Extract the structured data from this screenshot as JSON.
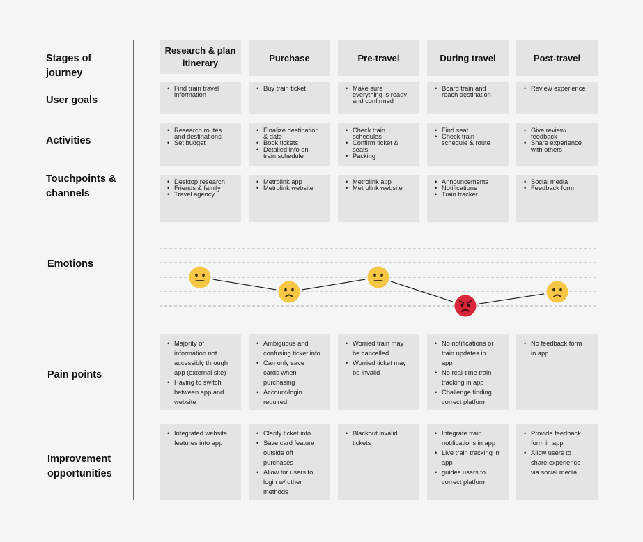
{
  "row_labels": {
    "stages": "Stages of\njourney",
    "goals": "User goals",
    "activities": "Activities",
    "touchpoints": "Touchpoints &\nchannels",
    "emotions": "Emotions",
    "pain_points": "Pain points",
    "improvements": "Improvement\nopportunities"
  },
  "stages": [
    {
      "name": "Research & plan\nitinerary",
      "goals": [
        "Find train travel\ninformation"
      ],
      "activities": [
        "Research routes\nand destinations",
        "Set budget"
      ],
      "touchpoints": [
        "Desktop research",
        "Friends & family",
        "Travel agency"
      ],
      "emotion": "neutral",
      "pain_points": [
        "Majority of\ninformation not\naccessibly through\napp (external site)",
        "Having to switch\nbetween app and\nwebsite"
      ],
      "improvements": [
        "Integrated website\nfeatures into app"
      ]
    },
    {
      "name": "Purchase",
      "goals": [
        "Buy train ticket"
      ],
      "activities": [
        "Finalize destination\n& date",
        "Book tickets",
        "Detailed info on\ntrain schedule"
      ],
      "touchpoints": [
        "Metrolink app",
        "Metrolink website"
      ],
      "emotion": "worried",
      "pain_points": [
        "Ambiguous and\nconfusing ticket info",
        "Can only save\ncards when\npurchasing",
        "Account/login\nrequired"
      ],
      "improvements": [
        "Clarify ticket info",
        "Save card feature\noutside off\npurchases",
        "Allow for users to\nlogin w/ other\nmethods"
      ]
    },
    {
      "name": "Pre-travel",
      "goals": [
        "Make sure\neverything is ready\nand confirmed"
      ],
      "activities": [
        "Check train\nschedules",
        "Confirm ticket &\nseats",
        "Packing"
      ],
      "touchpoints": [
        "Metrolink app",
        "Metrolink website"
      ],
      "emotion": "neutral",
      "pain_points": [
        "Worried train may\nbe cancelled",
        "Worried ticket may\nbe invalid"
      ],
      "improvements": [
        "Blackout invalid\ntickets"
      ]
    },
    {
      "name": "During travel",
      "goals": [
        "Board train and\nreach destination"
      ],
      "activities": [
        "Find seat",
        "Check train\nschedule & route"
      ],
      "touchpoints": [
        "Announcements",
        "Notifications",
        "Train tracker"
      ],
      "emotion": "angry",
      "pain_points": [
        "No notifications or\ntrain updates in\napp",
        "No real-time train\ntracking in app",
        "Challenge finding\ncorrect platform"
      ],
      "improvements": [
        "Integrate train\nnotifications in app",
        "Live train tracking in\napp",
        "guides users to\ncorrect platform"
      ]
    },
    {
      "name": "Post-travel",
      "goals": [
        "Review experience"
      ],
      "activities": [
        "Give review/\nfeedback",
        "Share experience\nwith others"
      ],
      "touchpoints": [
        "Social media",
        "Feedback form"
      ],
      "emotion": "worried",
      "pain_points": [
        "No feedback form\nin app"
      ],
      "improvements": [
        "Provide feedback\nform in app",
        "Allow users to\nshare experience\nvia social media"
      ]
    }
  ],
  "colors": {
    "background": "#f4f6f6",
    "cell": "#e4e4e4",
    "emoji_yellow": "#f6c744",
    "emoji_red": "#d9263a",
    "guide_line": "#b9b9b9"
  }
}
